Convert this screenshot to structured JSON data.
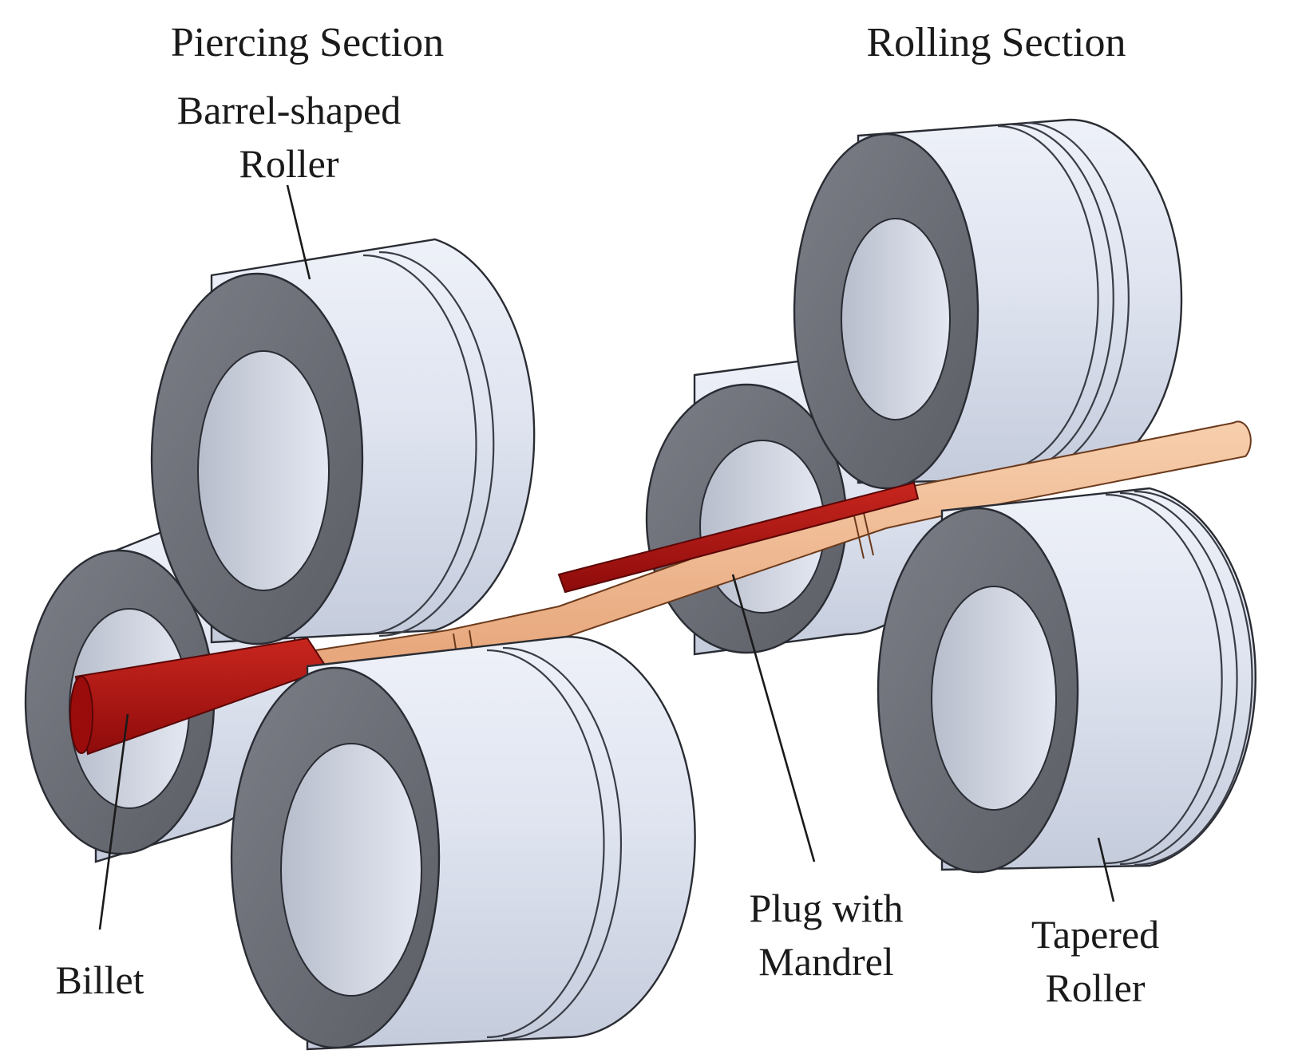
{
  "figure": {
    "section_labels": {
      "piercing": "Piercing Section",
      "rolling": "Rolling Section"
    },
    "component_labels": {
      "barrel_roller": [
        "Barrel-shaped",
        "Roller"
      ],
      "billet": "Billet",
      "plug": [
        "Plug with",
        "Mandrel"
      ],
      "tapered_roller": [
        "Tapered",
        "Roller"
      ]
    },
    "colors": {
      "roller_body": "#dfe4f0",
      "roller_face": "#6e7079",
      "roller_bore": "#c9cfdc",
      "billet": "#b01010",
      "mandrel": "#f1b98e",
      "leader": "#1a1a1a"
    }
  }
}
